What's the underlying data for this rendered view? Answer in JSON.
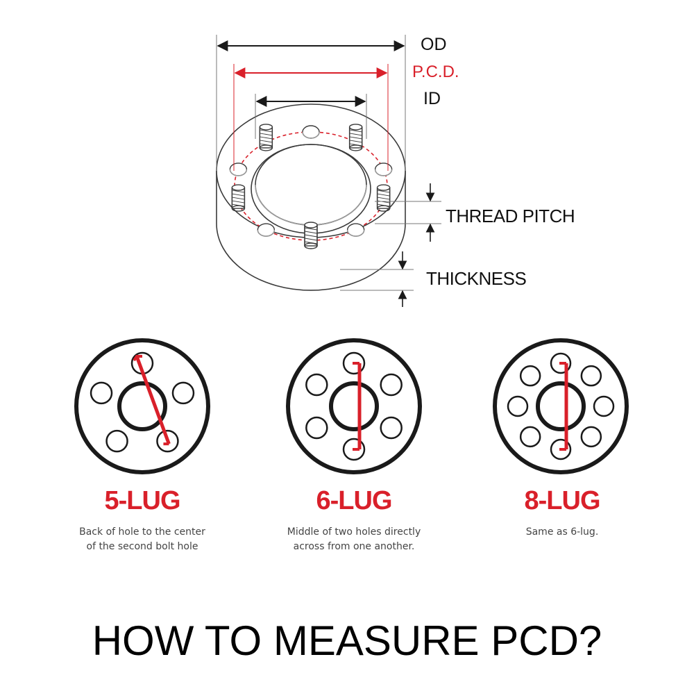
{
  "colors": {
    "accent": "#d9202a",
    "line": "#1a1a1a",
    "text": "#111111",
    "muted": "#444444"
  },
  "dimensions": {
    "od": "OD",
    "pcd": "P.C.D.",
    "id": "ID",
    "thread_pitch": "THREAD PITCH",
    "thickness": "THICKNESS"
  },
  "lugs": [
    {
      "title": "5-LUG",
      "desc": [
        "Back of hole to the center",
        "of the second bolt hole"
      ]
    },
    {
      "title": "6-LUG",
      "desc": [
        "Middle of two holes directly",
        "across from one another."
      ]
    },
    {
      "title": "8-LUG",
      "desc": [
        "Same as 6-lug."
      ]
    }
  ],
  "title": "HOW TO MEASURE PCD?"
}
